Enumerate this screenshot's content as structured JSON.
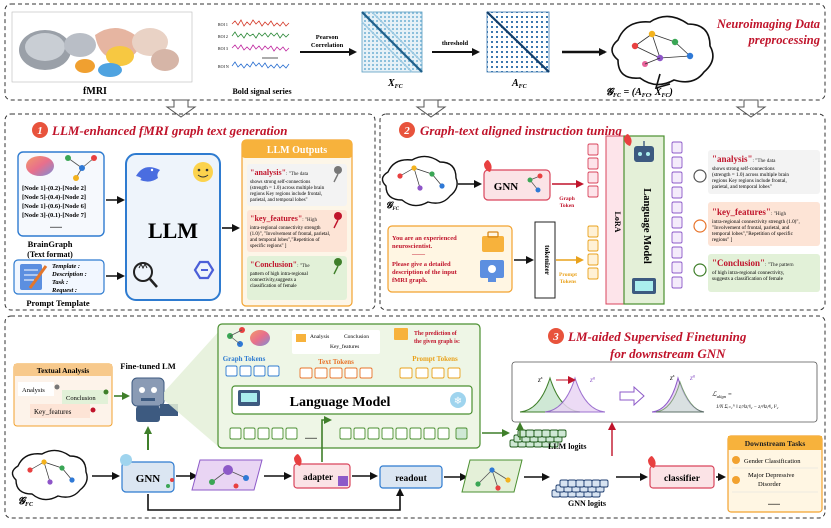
{
  "top": {
    "fmri": "fMRI",
    "bold": "Bold signal series",
    "bold_rows": [
      "ROI 1",
      "ROI 2",
      "ROI 3",
      "ROI N"
    ],
    "pearson1": "Pearson",
    "pearson2": "Correlation",
    "xfc": "X",
    "xfc_sub": "FC",
    "threshold": "threshold",
    "afc": "A",
    "afc_sub": "FC",
    "gfc_eq": "𝓖",
    "gfc_eq_sub": "FC",
    "gfc_eq_rest": " = (A",
    "gfc_eq_sub2": "FC",
    "gfc_eq_rest2": ", X",
    "gfc_eq_sub3": "FC",
    "gfc_eq_end": ")",
    "title1": "Neuroimaging Data",
    "title2": "preprocessing"
  },
  "panel1": {
    "num": "1",
    "title": "LLM-enhanced fMRI graph text generation",
    "node_lines": [
      "[Node 1]-(0.2)-[Node 2]",
      "[Node 5]-(0.4)-[Node 2]",
      "[Node 1]-(0.6)-[Node 6]",
      "[Node 3]-(0.1)-[Node 7]"
    ],
    "dots": "......",
    "braingraph1": "BrainGraph",
    "braingraph2": "(Text format)",
    "template_lines": [
      "Template :",
      "Description :",
      "Task :",
      "Request :"
    ],
    "prompt_template": "Prompt Template",
    "llm": "LLM",
    "outputs_title": "LLM Outputs",
    "out1_key": "\"analysis\"",
    "out1_lines": [
      ": \"The data",
      "shows strong self-connections",
      "(strength = 1.0) across multiple brain",
      "regions Key regions include frontal,",
      "parietal, and temporal lobes\""
    ],
    "out2_key": "\"key_features\"",
    "out2_lines": [
      ": \"High",
      "intra-regional connectivity strength",
      "(1.0)\", \"Involvement of frontal, parietal,",
      "and temporal lobes\",\"Repetition of",
      "specific regions\" ]"
    ],
    "out3_key": "\"Conclusion\"",
    "out3_lines": [
      ": \"The",
      "pattern of high intra-regional",
      "connectivity,suggests a",
      "classification of female"
    ]
  },
  "panel2": {
    "num": "2",
    "title": "Graph-text aligned instruction tuning",
    "gfc": "𝓖",
    "gfc_sub": "FC",
    "gnn": "GNN",
    "graph_tokens1": "Graph",
    "graph_tokens2": "Token",
    "prompt_lines": [
      "You are an experienced",
      "neuroscientist.",
      "——",
      "Please give a detailed",
      "description of the input",
      "fMRI graph."
    ],
    "tokenizer": "tokenizer",
    "prompt_tokens1": "Prompt",
    "prompt_tokens2": "Tokens",
    "lora": "LoRA",
    "lm": "Language Model",
    "out1_key": "\"analysis\"",
    "out1_lines": [
      ": \"The data",
      "shows strong self-connections",
      "(strength = 1.0) across multiple brain",
      "regions Key regions include frontal,",
      "parietal, and temporal lobes\""
    ],
    "out2_key": "\"key_features\"",
    "out2_lines": [
      ": \"High",
      "intra-regional connectivity strength (1.0)\",",
      "\"Involvement of frontal, parietal, and",
      "temporal lobes\",\"Repetition of specific",
      "regions\" ]"
    ],
    "out3_key": "\"Conclusion\"",
    "out3_lines": [
      ": \"The pattern",
      "of high intra-regional connectivity,",
      "suggests a classification of female"
    ]
  },
  "panel3": {
    "num": "3",
    "title1": "LM-aided Supervised Finetuning",
    "title2": "for downstream GNN",
    "textual": "Textual Analysis",
    "t_analysis": "Analysis",
    "t_conclusion": "Conclusion",
    "t_keyfeat": "Key_features",
    "finetuned": "Fine-tuned LM",
    "graph_tokens": "Graph Tokens",
    "text_analysis": "Analysis",
    "text_conclusion": "Conclusion",
    "text_keyfeat": "Key_features",
    "text_tokens": "Text Tokens",
    "pred1": "The prediction of",
    "pred2": "the given graph is:",
    "prompt_tokens": "Prompt Tokens",
    "lm": "Language Model",
    "dots": "......",
    "llm_logits": "LLM logits",
    "gnn_logits": "GNN logits",
    "gfc": "𝓖",
    "gfc_sub": "FC",
    "gnn": "GNN",
    "adapter": "adapter",
    "readout": "readout",
    "classifier": "classifier",
    "downstream": "Downstream Tasks",
    "task1": "Gender Classification",
    "task2a": "Major Depressive",
    "task2b": "Disorder",
    "task_dots": "......",
    "zs": "z",
    "zs_sup": "s",
    "zg": "z",
    "zg_sup": "g",
    "align": "ℒ",
    "align_sub": "align",
    "align_eq": " = ",
    "align_frac": "1/N Σᵢ₌₁ᴺ ‖ zᵢˢ/‖zᵢˢ‖₂ − zᵢᵍ/‖zᵢᵍ‖₂ ‖²₂"
  },
  "colors": {
    "red_title": "#c0142b",
    "num_circle": "#e8533c",
    "gnn_box": "#dbe6f2",
    "llm_border": "#2e7bd0",
    "outputs_header": "#f7b23c",
    "lm_green": "#e4f0d8",
    "purple": "#8d5ac8",
    "orange": "#f2a22f",
    "pink": "#f4a6b8"
  }
}
